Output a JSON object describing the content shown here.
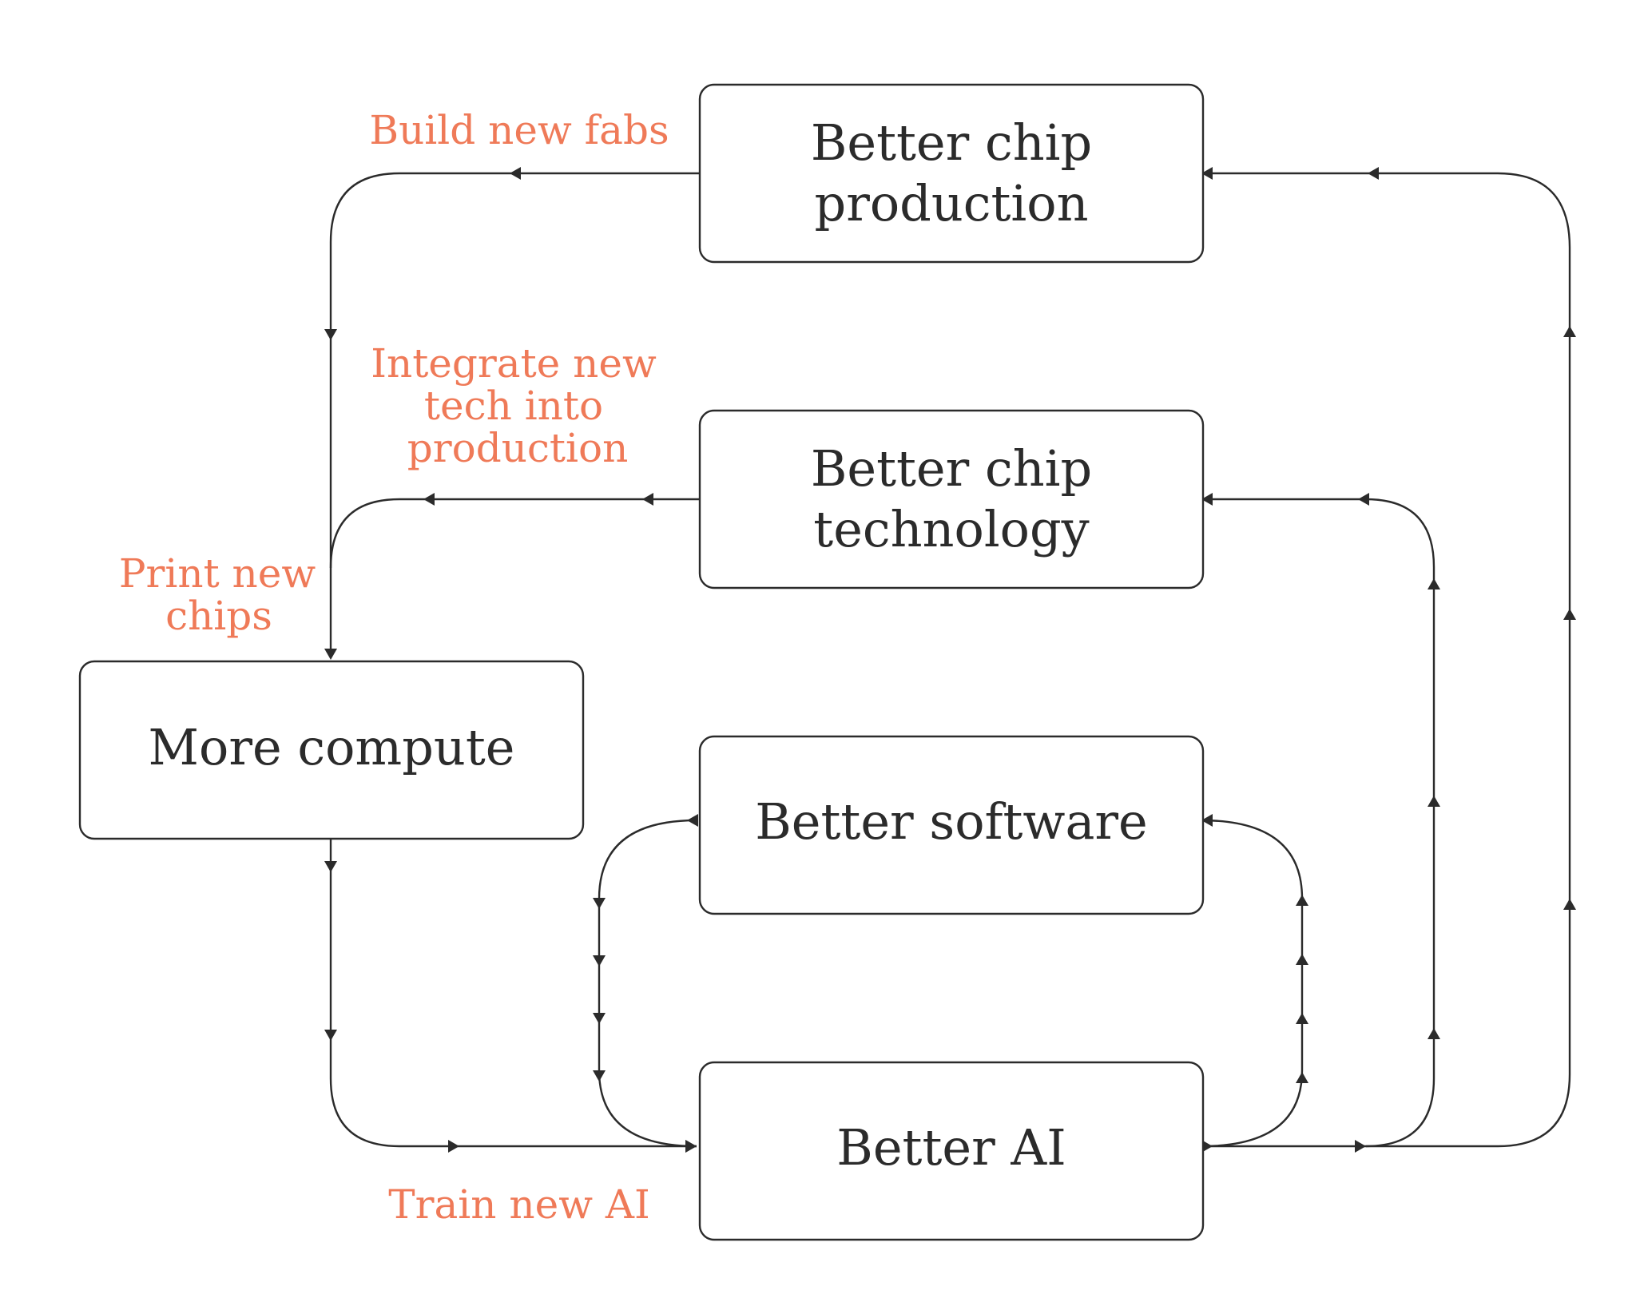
{
  "nodes": {
    "chip_production": [
      "Better chip",
      "production"
    ],
    "chip_technology": [
      "Better chip",
      "technology"
    ],
    "more_compute": "More compute",
    "better_software": "Better software",
    "better_ai": "Better AI"
  },
  "edge_labels": {
    "build_fabs": "Build new fabs",
    "integrate": [
      "Integrate new",
      "tech into",
      "production"
    ],
    "print_chips": [
      "Print new",
      "chips"
    ],
    "train_ai": "Train new AI"
  },
  "colors": {
    "stroke": "#2b2b2b",
    "label_accent": "#ef7a58"
  }
}
